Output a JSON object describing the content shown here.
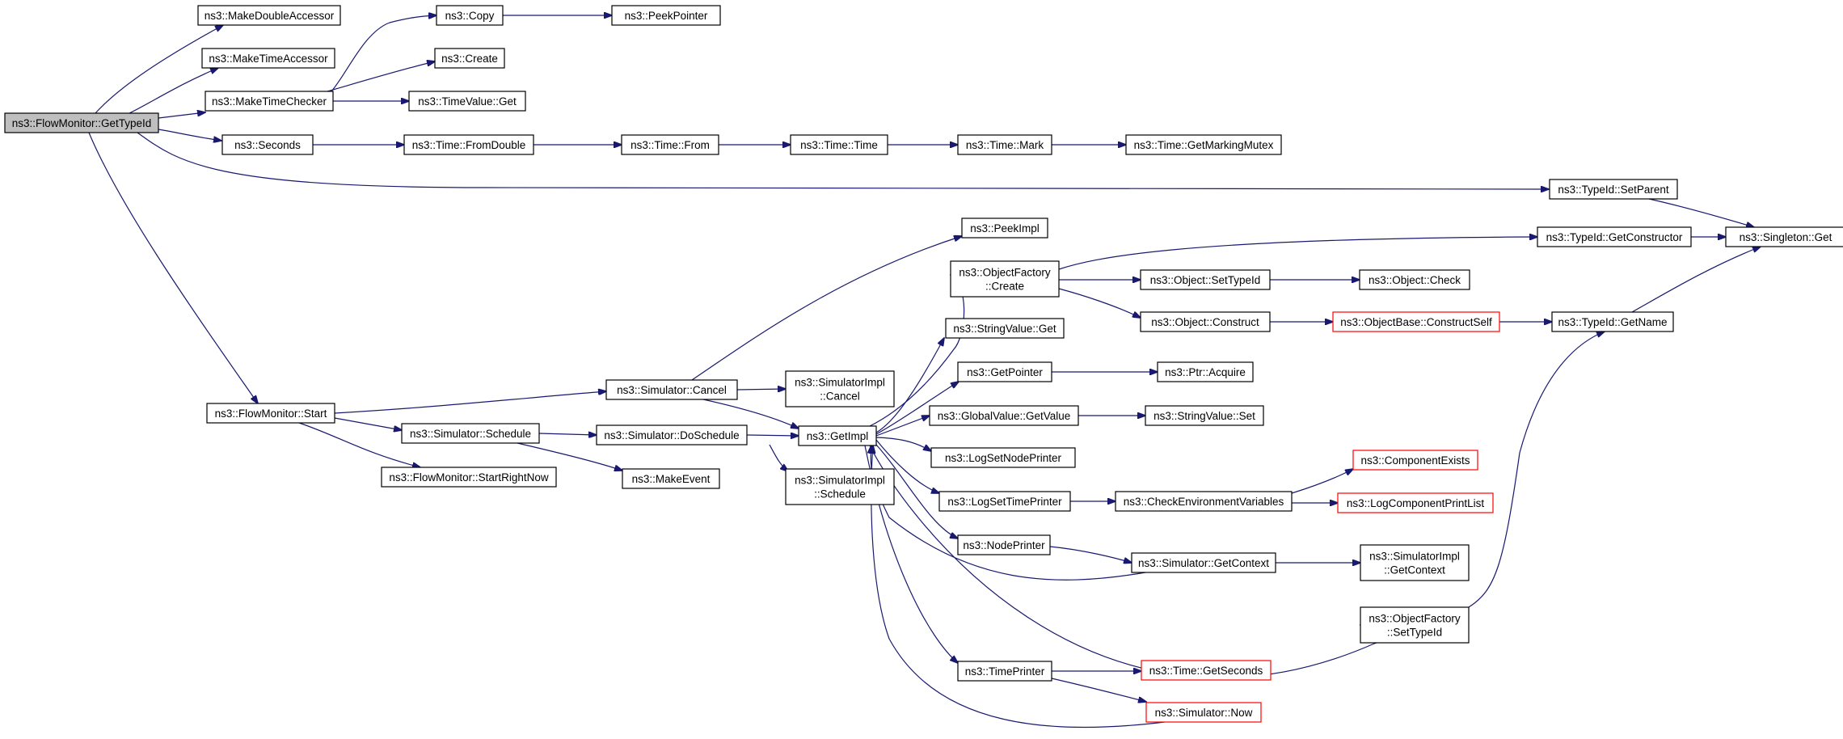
{
  "diagram": {
    "nodes": {
      "getTypeId": [
        "ns3::FlowMonitor::GetTypeId"
      ],
      "makeDoubleAccessor": [
        "ns3::MakeDoubleAccessor"
      ],
      "makeTimeAccessor": [
        "ns3::MakeTimeAccessor"
      ],
      "makeTimeChecker": [
        "ns3::MakeTimeChecker"
      ],
      "seconds": [
        "ns3::Seconds"
      ],
      "fmStart": [
        "ns3::FlowMonitor::Start"
      ],
      "copy": [
        "ns3::Copy"
      ],
      "peekPointer": [
        "ns3::PeekPointer"
      ],
      "create": [
        "ns3::Create"
      ],
      "timeValueGet": [
        "ns3::TimeValue::Get"
      ],
      "timeFromDouble": [
        "ns3::Time::FromDouble"
      ],
      "timeFrom": [
        "ns3::Time::From"
      ],
      "timeTime": [
        "ns3::Time::Time"
      ],
      "timeMark": [
        "ns3::Time::Mark"
      ],
      "timeGetMarkingMutex": [
        "ns3::Time::GetMarkingMutex"
      ],
      "typeIdSetParent": [
        "ns3::TypeId::SetParent"
      ],
      "singletonGet": [
        "ns3::Singleton::Get"
      ],
      "peekImpl": [
        "ns3::PeekImpl"
      ],
      "objFactoryCreate": [
        "ns3::ObjectFactory",
        "::Create"
      ],
      "typeIdGetConstructor": [
        "ns3::TypeId::GetConstructor"
      ],
      "objectSetTypeId": [
        "ns3::Object::SetTypeId"
      ],
      "objectCheck": [
        "ns3::Object::Check"
      ],
      "objectConstruct": [
        "ns3::Object::Construct"
      ],
      "objectBaseConstructSelf": [
        "ns3::ObjectBase::ConstructSelf"
      ],
      "typeIdGetName": [
        "ns3::TypeId::GetName"
      ],
      "stringValueGet": [
        "ns3::StringValue::Get"
      ],
      "getPointer": [
        "ns3::GetPointer"
      ],
      "ptrAcquire": [
        "ns3::Ptr::Acquire"
      ],
      "globalValueGetValue": [
        "ns3::GlobalValue::GetValue"
      ],
      "stringValueSet": [
        "ns3::StringValue::Set"
      ],
      "simCancel": [
        "ns3::Simulator::Cancel"
      ],
      "simImplCancel": [
        "ns3::SimulatorImpl",
        "::Cancel"
      ],
      "getImpl": [
        "ns3::GetImpl"
      ],
      "simSchedule": [
        "ns3::Simulator::Schedule"
      ],
      "simDoSchedule": [
        "ns3::Simulator::DoSchedule"
      ],
      "fmStartRightNow": [
        "ns3::FlowMonitor::StartRightNow"
      ],
      "makeEvent": [
        "ns3::MakeEvent"
      ],
      "simImplSchedule": [
        "ns3::SimulatorImpl",
        "::Schedule"
      ],
      "logSetNodePrinter": [
        "ns3::LogSetNodePrinter"
      ],
      "logSetTimePrinter": [
        "ns3::LogSetTimePrinter"
      ],
      "checkEnvVars": [
        "ns3::CheckEnvironmentVariables"
      ],
      "componentExists": [
        "ns3::ComponentExists"
      ],
      "logComponentPrintList": [
        "ns3::LogComponentPrintList"
      ],
      "nodePrinter": [
        "ns3::NodePrinter"
      ],
      "simGetContext": [
        "ns3::Simulator::GetContext"
      ],
      "simImplGetContext": [
        "ns3::SimulatorImpl",
        "::GetContext"
      ],
      "objFactorySetTypeId": [
        "ns3::ObjectFactory",
        "::SetTypeId"
      ],
      "timePrinter": [
        "ns3::TimePrinter"
      ],
      "timeGetSeconds": [
        "ns3::Time::GetSeconds"
      ],
      "simNow": [
        "ns3::Simulator::Now"
      ]
    },
    "colors": {
      "edge": "#191970",
      "root_fill": "#bfbfbf",
      "node_border": "#000000",
      "truncated_border": "#ff0000"
    }
  }
}
